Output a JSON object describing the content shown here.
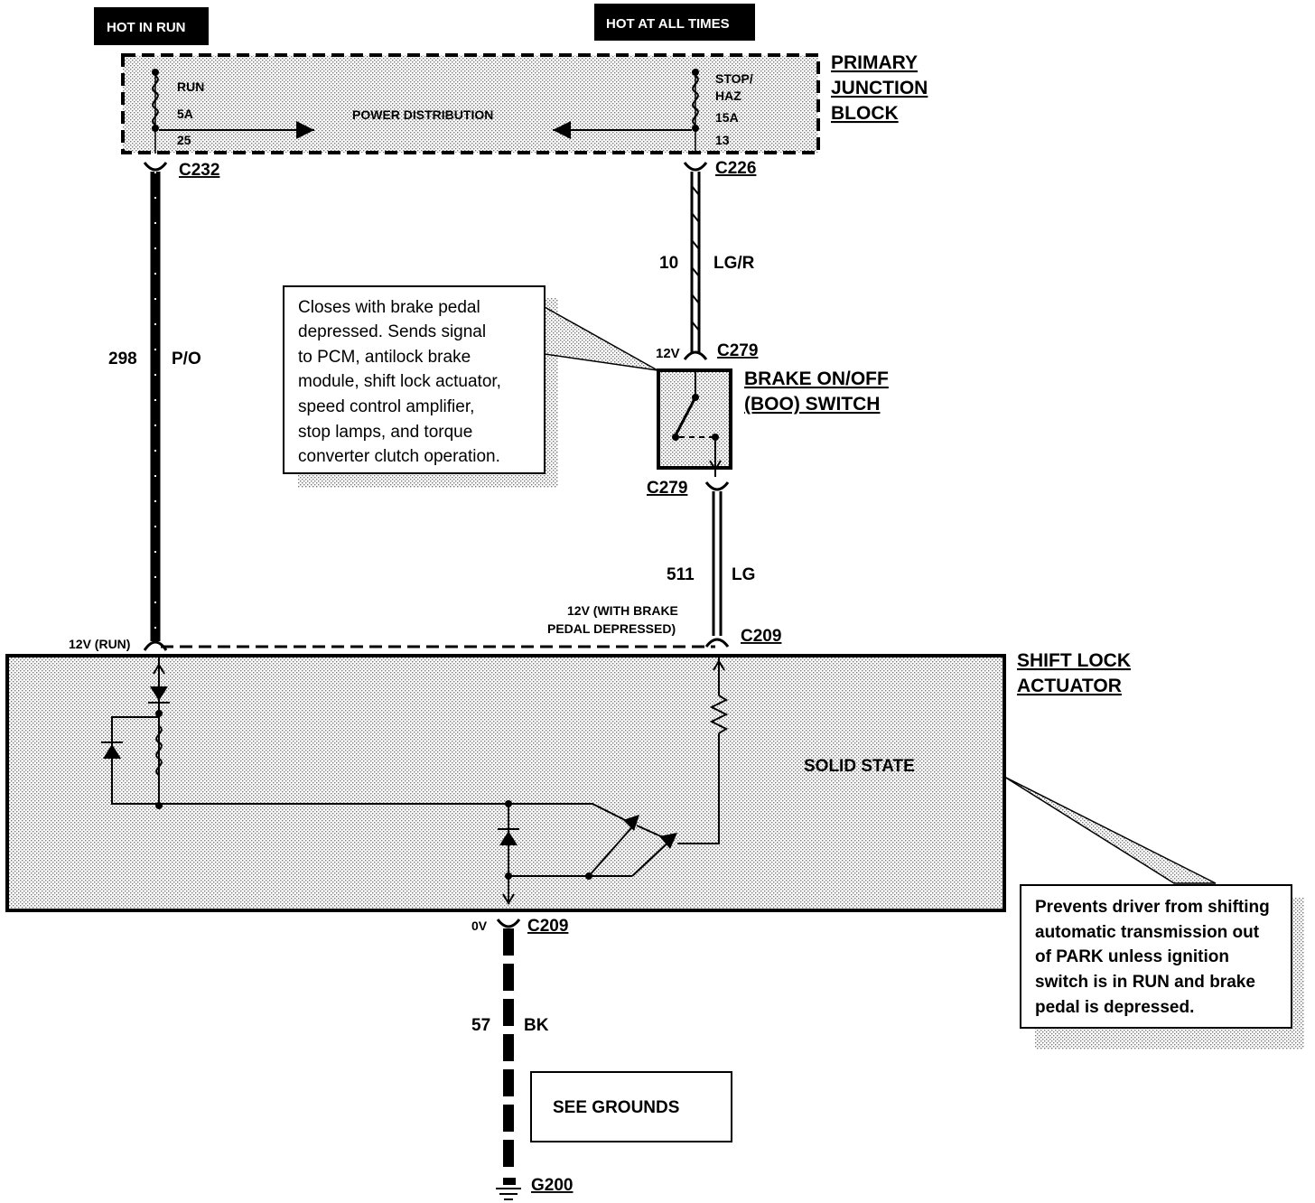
{
  "power": {
    "hot_in_run": "HOT IN RUN",
    "hot_at_all_times": "HOT AT ALL TIMES"
  },
  "junction_block": {
    "name_line1": "PRIMARY",
    "name_line2": "JUNCTION",
    "name_line3": "BLOCK",
    "label": "POWER DISTRIBUTION",
    "fuse_run": {
      "line1": "RUN",
      "line2": "5A",
      "line3": "25"
    },
    "fuse_stop": {
      "line1": "STOP/",
      "line2": "HAZ",
      "line3": "15A",
      "line4": "13"
    }
  },
  "connectors": {
    "c232": "C232",
    "c226": "C226",
    "c279_top": "C279",
    "c279_bottom": "C279",
    "c209_top": "C209",
    "c209_bottom": "C209",
    "g200": "G200"
  },
  "wires": {
    "w298": {
      "circuit": "298",
      "color": "P/O"
    },
    "w10": {
      "circuit": "10",
      "color": "LG/R"
    },
    "w511": {
      "circuit": "511",
      "color": "LG"
    },
    "w57": {
      "circuit": "57",
      "color": "BK"
    }
  },
  "voltages": {
    "v_switch_in": "12V",
    "v_run": "12V (RUN)",
    "v_brake_line1": "12V (WITH BRAKE",
    "v_brake_line2": "PEDAL DEPRESSED)",
    "v_ground": "0V"
  },
  "boo_switch": {
    "line1": "BRAKE ON/OFF",
    "line2": "(BOO) SWITCH",
    "note": [
      "Closes with brake pedal",
      "depressed.  Sends signal",
      "to PCM, antilock brake",
      "module, shift lock actuator,",
      "speed control amplifier,",
      "stop lamps, and torque",
      "converter clutch operation."
    ]
  },
  "actuator": {
    "line1": "SHIFT LOCK",
    "line2": "ACTUATOR",
    "label": "SOLID STATE",
    "note": [
      "Prevents driver from shifting",
      "automatic transmission out",
      "of PARK unless ignition",
      "switch is in RUN and brake",
      "pedal is depressed."
    ]
  },
  "grounds_box": "SEE GROUNDS"
}
